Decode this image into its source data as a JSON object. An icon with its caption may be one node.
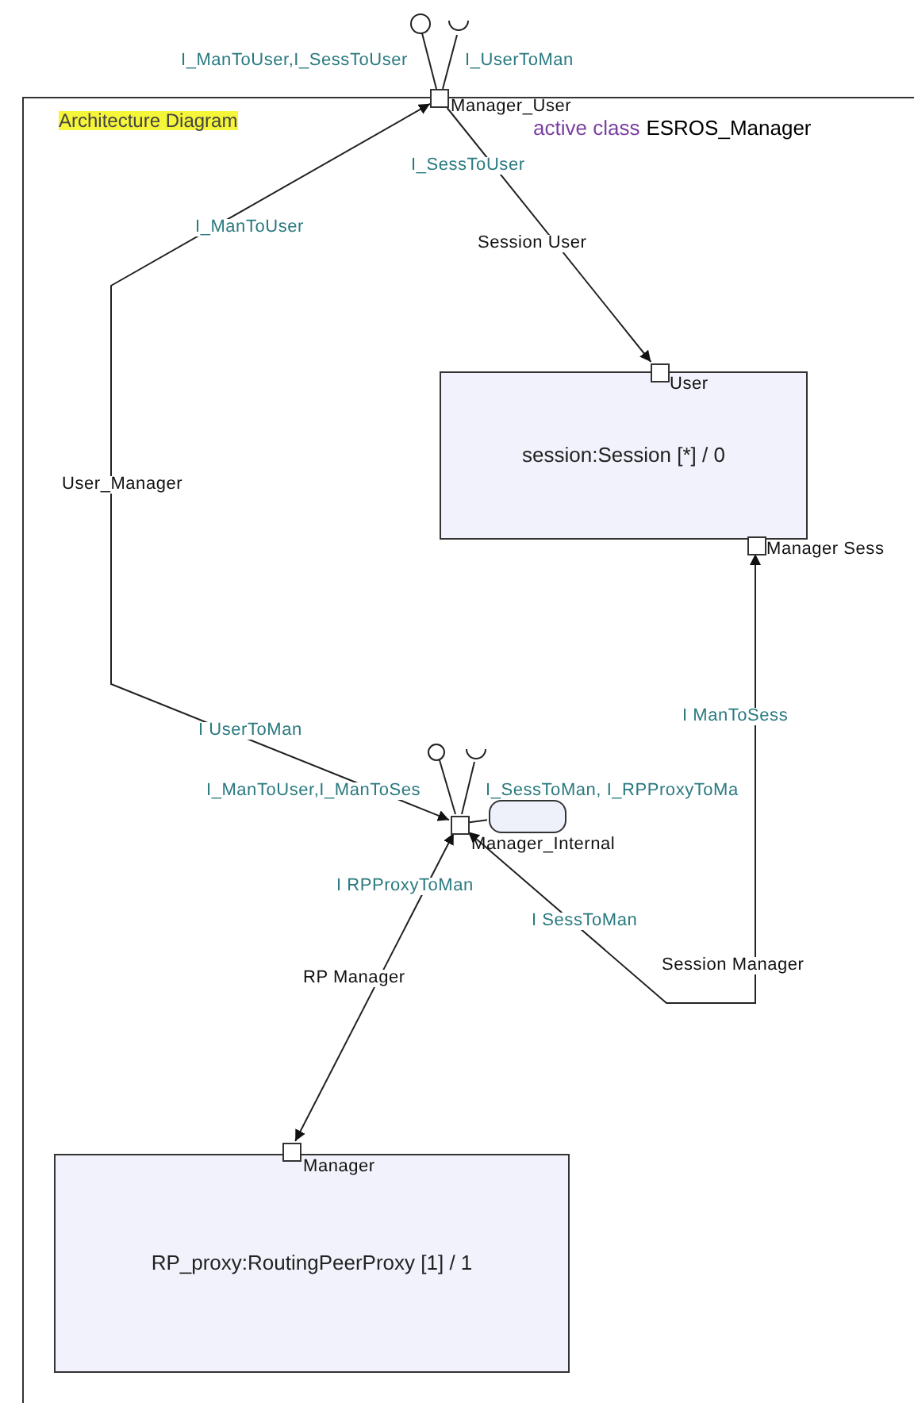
{
  "diagram": {
    "nodes": [
      {
        "text": [
          "active class",
          "ESROS_Manager"
        ]
      },
      {
        "text": [],
        "shape": "box",
        "beside": [
          "Manager_User"
        ]
      },
      {
        "text": [
          "session:Session [*] / 0"
        ],
        "in": 0
      },
      {
        "text": [],
        "shape": "box",
        "beside": [
          "User"
        ],
        "in": 0
      },
      {
        "text": [],
        "shape": "box",
        "beside": [
          "Manager Sess"
        ],
        "in": 0
      },
      {
        "text": [],
        "shape": "box",
        "beside": [
          "Manager_Internal"
        ],
        "in": 0
      },
      {
        "text": [],
        "shape": "box",
        "in": 0
      },
      {
        "text": [
          "RP_proxy:RoutingPeerProxy [1] / 1"
        ],
        "in": 0
      },
      {
        "text": [],
        "shape": "box",
        "beside": [
          "Manager"
        ],
        "in": 0
      }
    ],
    "edges": [
      {
        "from": 1,
        "to": 5,
        "arrow": "both",
        "label": "User_Manager"
      },
      {
        "from": 1,
        "to": 3,
        "arrow": "to",
        "label": "Session User"
      },
      {
        "from": 4,
        "to": 5,
        "arrow": "both",
        "label": "Session Manager"
      },
      {
        "from": 5,
        "to": 8,
        "arrow": "both",
        "label": "RP Manager"
      },
      {
        "from": 5,
        "to": 6,
        "arrow": "none"
      }
    ],
    "labels": [
      "Architecture Diagram",
      "I_ManToUser,I_SessToUser",
      "I_UserToMan",
      "I_SessToUser",
      "I_ManToUser",
      "I UserToMan",
      "I_ManToUser,I_ManToSes",
      "I_SessToMan, I_RPProxyToMa",
      "I ManToSess",
      "I RPProxyToMan",
      "I SessToMan"
    ]
  }
}
